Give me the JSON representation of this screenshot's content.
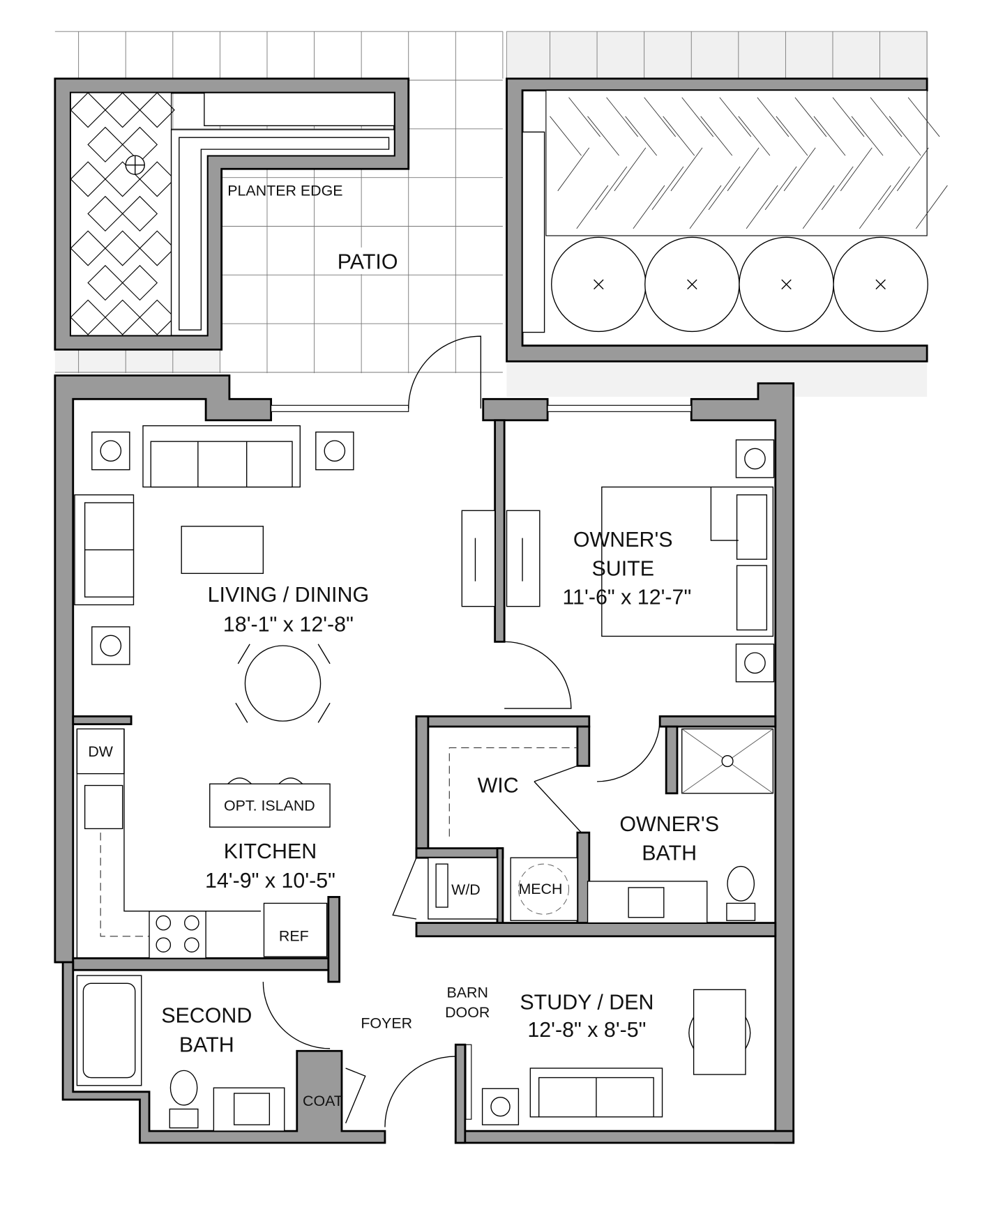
{
  "patio": {
    "planter_edge": "PLANTER EDGE",
    "label": "PATIO"
  },
  "living": {
    "name": "LIVING / DINING",
    "dims": "18'-1\" x 12'-8\""
  },
  "owners_suite": {
    "name_line1": "OWNER'S",
    "name_line2": "SUITE",
    "dims": "11'-6\" x 12'-7\""
  },
  "wic": {
    "name": "WIC"
  },
  "owners_bath": {
    "name_line1": "OWNER'S",
    "name_line2": "BATH"
  },
  "kitchen": {
    "name": "KITCHEN",
    "dims": "14'-9\" x 10'-5\"",
    "dw": "DW",
    "island": "OPT. ISLAND",
    "ref": "REF"
  },
  "laundry": {
    "wd": "W/D",
    "mech": "MECH"
  },
  "second_bath": {
    "name_line1": "SECOND",
    "name_line2": "BATH"
  },
  "foyer": {
    "name": "FOYER",
    "barn_door_line1": "BARN",
    "barn_door_line2": "DOOR",
    "coat": "COAT"
  },
  "study": {
    "name": "STUDY / DEN",
    "dims": "12'-8\" x 8'-5\""
  },
  "colors": {
    "wall": "#9a9a9a",
    "line": "#000000"
  }
}
